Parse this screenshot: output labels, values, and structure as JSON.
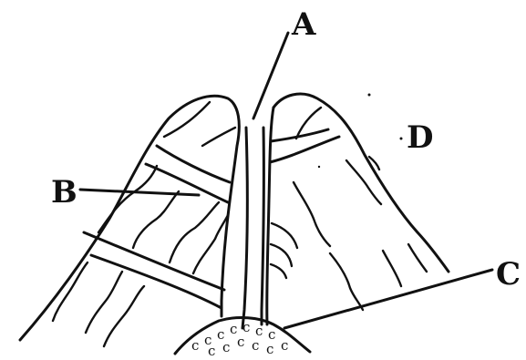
{
  "labels": {
    "a": "A",
    "b": "B",
    "c": "C",
    "d": "D"
  },
  "debris_glyph": "c"
}
